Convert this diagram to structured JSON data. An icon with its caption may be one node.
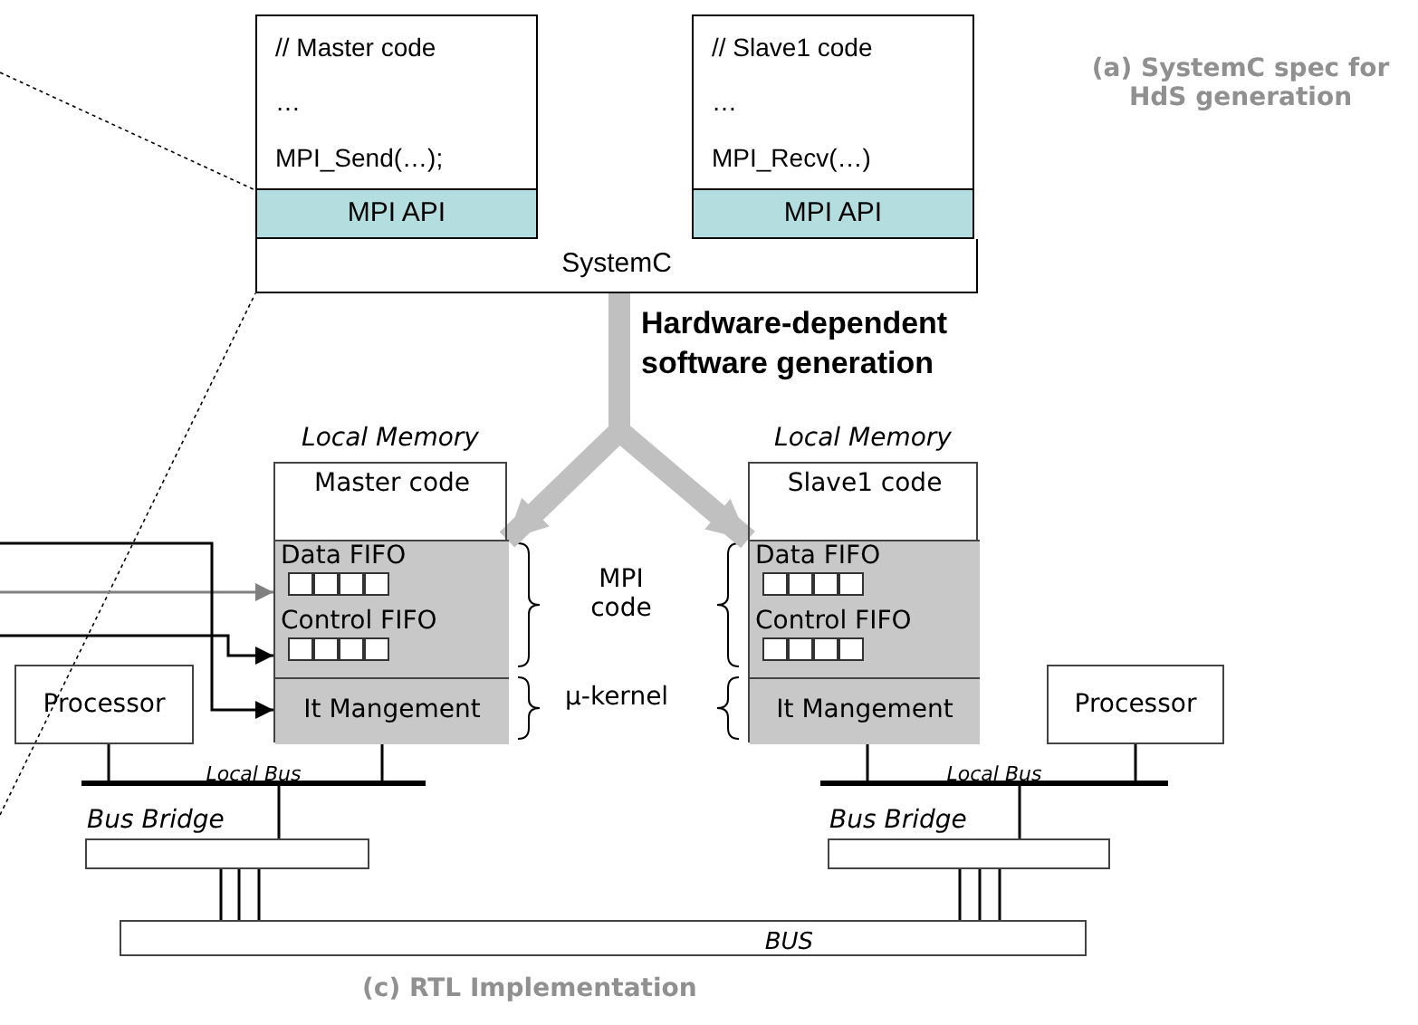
{
  "diagram": {
    "nodes": [
      {
        "text": [
          "// Master code",
          "…",
          "MPI_Send(…);"
        ]
      },
      {
        "text": [
          "MPI API"
        ]
      },
      {
        "text": [
          "// Slave1 code",
          "…",
          "MPI_Recv(…)"
        ]
      },
      {
        "text": [
          "MPI API"
        ]
      },
      {
        "text": [
          "SystemC"
        ]
      },
      {
        "text": [
          "Local Memory"
        ]
      },
      {
        "text": [
          "Master code"
        ],
        "in": 5
      },
      {
        "text": [
          "Data FIFO"
        ],
        "in": 5
      },
      {
        "text": [
          "Control FIFO"
        ],
        "in": 5
      },
      {
        "text": [
          "It Mangement"
        ],
        "in": 5
      },
      {
        "text": [
          "Processor"
        ]
      },
      {
        "text": [
          "Local Memory"
        ]
      },
      {
        "text": [
          "Slave1 code"
        ],
        "in": 11
      },
      {
        "text": [
          "Data FIFO"
        ],
        "in": 11
      },
      {
        "text": [
          "Control FIFO"
        ],
        "in": 11
      },
      {
        "text": [
          "It Mangement"
        ],
        "in": 11
      },
      {
        "text": [
          "Processor"
        ]
      },
      {
        "text": [
          "Local Bus"
        ]
      },
      {
        "text": [
          "Bus Bridge"
        ]
      },
      {
        "text": [
          "Local Bus"
        ]
      },
      {
        "text": [
          "Bus Bridge"
        ]
      },
      {
        "text": [
          "BUS"
        ]
      }
    ],
    "edges": [
      {
        "from": null,
        "to": 0,
        "arrow": "none",
        "style": "dashed"
      },
      {
        "from": null,
        "to": 4,
        "arrow": "none",
        "style": "dashed"
      },
      {
        "from": 4,
        "to": 5,
        "arrow": "to",
        "label": "Hardware-dependent software generation",
        "style": "thick",
        "color": "#c0c0c0"
      },
      {
        "from": 4,
        "to": 11,
        "arrow": "to",
        "style": "thick",
        "color": "#c0c0c0"
      },
      {
        "from": null,
        "to": 7,
        "arrow": "to",
        "color": "#808080"
      },
      {
        "from": null,
        "to": 8,
        "arrow": "to"
      },
      {
        "from": null,
        "to": 9,
        "arrow": "to"
      },
      {
        "from": 10,
        "to": 17,
        "arrow": "none"
      },
      {
        "from": 5,
        "to": 17,
        "arrow": "none"
      },
      {
        "from": 17,
        "to": 18,
        "arrow": "none"
      },
      {
        "from": 18,
        "to": 21,
        "arrow": "none"
      },
      {
        "from": 11,
        "to": 19,
        "arrow": "none"
      },
      {
        "from": 16,
        "to": 19,
        "arrow": "none"
      },
      {
        "from": 19,
        "to": 20,
        "arrow": "none"
      },
      {
        "from": 20,
        "to": 21,
        "arrow": "none"
      }
    ],
    "labels": [
      "(a) SystemC spec for HdS generation",
      "MPI code",
      "μ-kernel",
      "(c) RTL Implementation"
    ]
  }
}
